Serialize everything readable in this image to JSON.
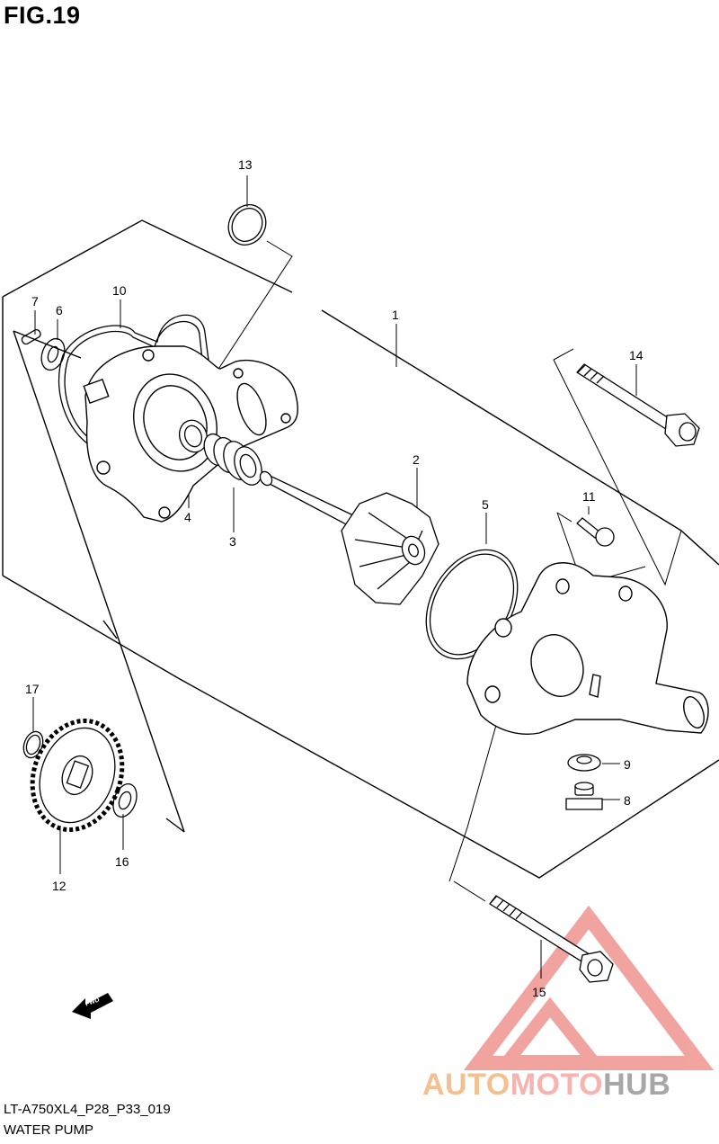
{
  "figure": {
    "title": "FIG.19"
  },
  "footer": {
    "code": "LT-A750XL4_P28_P33_019",
    "name": "WATER PUMP"
  },
  "brand": {
    "part1": "AUTO",
    "part2": "MOTO",
    "part3": "HUB"
  },
  "fwd_label": "FWD",
  "callouts": [
    "1",
    "2",
    "3",
    "4",
    "5",
    "6",
    "7",
    "8",
    "9",
    "10",
    "11",
    "12",
    "13",
    "14",
    "15",
    "16",
    "17"
  ],
  "colors": {
    "line": "#000000",
    "watermark_red": "#f09a96",
    "watermark_orange": "#f4c090",
    "watermark_gray": "#a7a7a7"
  }
}
